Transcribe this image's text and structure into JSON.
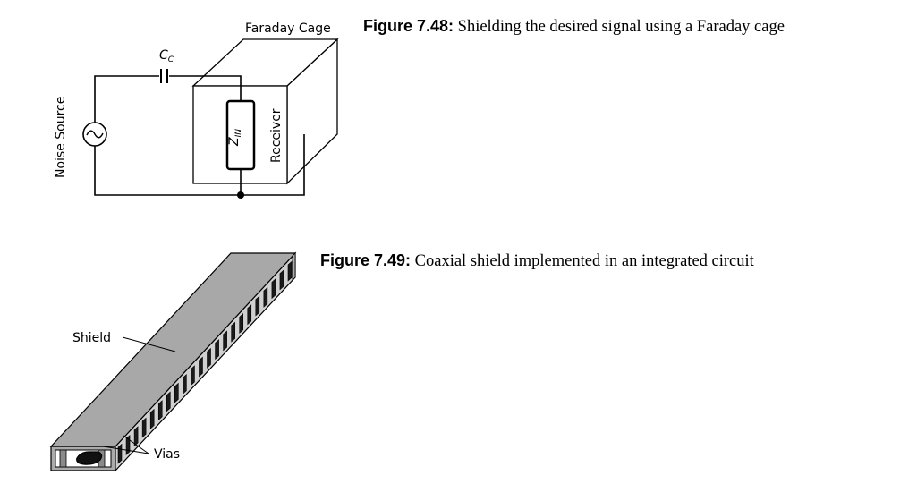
{
  "figure_7_48": {
    "number": "Figure 7.48:",
    "caption": "Shielding the desired signal using a Faraday cage",
    "labels": {
      "faraday_cage": "Faraday Cage",
      "noise_source": "Noise Source",
      "receiver": "Receiver",
      "cap_main": "C",
      "cap_sub": "C",
      "zin_main": "Z",
      "zin_sub": "IN"
    }
  },
  "figure_7_49": {
    "number": "Figure 7.49:",
    "caption": "Coaxial shield implemented in an integrated circuit",
    "labels": {
      "shield": "Shield",
      "vias": "Vias"
    }
  }
}
